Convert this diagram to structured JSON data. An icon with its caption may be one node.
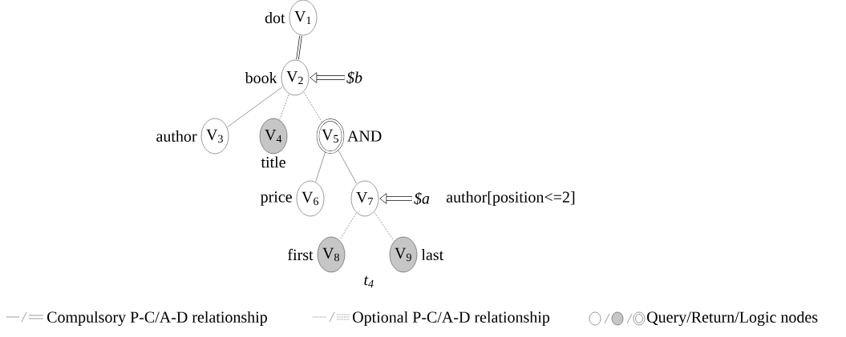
{
  "diagram": {
    "nodes": [
      {
        "text": [
          "V$_{1}$"
        ],
        "beside": [
          "dot"
        ]
      },
      {
        "text": [
          "V$_{2}$"
        ],
        "beside": [
          "book"
        ]
      },
      {
        "text": [
          "V$_{3}$"
        ],
        "beside": [
          "author"
        ]
      },
      {
        "text": [
          "V$_{4}$"
        ],
        "beside": [
          "title"
        ]
      },
      {
        "text": [
          "V$_{5}$"
        ],
        "beside": [
          "AND"
        ]
      },
      {
        "text": [
          "V$_{6}$"
        ],
        "beside": [
          "price"
        ]
      },
      {
        "text": [
          "V$_{7}$"
        ]
      },
      {
        "text": [
          "V$_{8}$"
        ],
        "beside": [
          "first"
        ]
      },
      {
        "text": [
          "V$_{9}$"
        ],
        "beside": [
          "last"
        ]
      },
      {
        "text": [
          "$b"
        ]
      },
      {
        "text": [
          "$a"
        ]
      }
    ],
    "edges": [
      {
        "from": 0,
        "to": 1,
        "arrow": "none",
        "style": "thick"
      },
      {
        "from": 1,
        "to": 2,
        "arrow": "none"
      },
      {
        "from": 1,
        "to": 3,
        "arrow": "none",
        "style": "dashed"
      },
      {
        "from": 1,
        "to": 4,
        "arrow": "none",
        "style": "dashed"
      },
      {
        "from": 4,
        "to": 5,
        "arrow": "none"
      },
      {
        "from": 4,
        "to": 6,
        "arrow": "none"
      },
      {
        "from": 6,
        "to": 7,
        "arrow": "none",
        "style": "dashed"
      },
      {
        "from": 6,
        "to": 8,
        "arrow": "none",
        "style": "dashed"
      },
      {
        "from": 9,
        "to": 1,
        "arrow": "to",
        "style": "thick"
      },
      {
        "from": 10,
        "to": 6,
        "arrow": "to",
        "style": "thick"
      }
    ],
    "labels": [
      "author[position<=2]",
      "t$_{4}$"
    ],
    "legend": [
      {
        "text": "Compulsory P-C/A-D relationship"
      },
      {
        "text": "Optional P-C/A-D relationship"
      },
      {
        "text": "Query/Return/Logic nodes"
      }
    ]
  }
}
